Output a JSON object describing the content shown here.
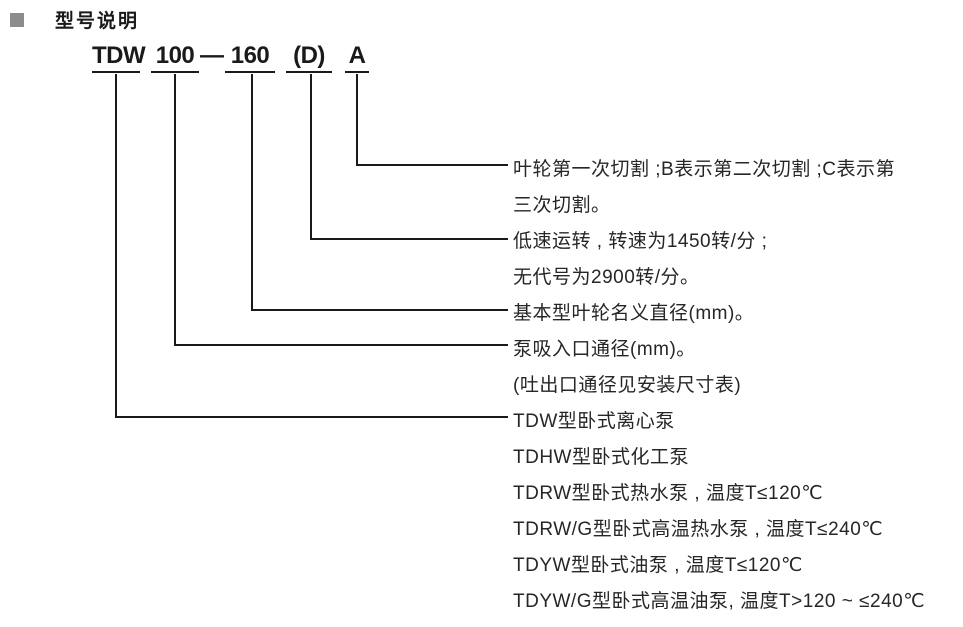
{
  "page": {
    "title": "型号说明"
  },
  "colors": {
    "bullet": "#8c8c8c",
    "line": "#1a1a1a",
    "text": "#262626"
  },
  "model_code": {
    "separator": "—",
    "segments": [
      {
        "id": "series",
        "text": "TDW"
      },
      {
        "id": "inlet",
        "text": "100"
      },
      {
        "id": "impeller",
        "text": "160"
      },
      {
        "id": "speed",
        "text": "(D)"
      },
      {
        "id": "cut",
        "text": "A"
      }
    ]
  },
  "annotations": [
    {
      "target": "A",
      "lines": [
        "叶轮第一次切割 ;B表示第二次切割 ;C表示第",
        "三次切割。"
      ]
    },
    {
      "target": "(D)",
      "lines": [
        "低速运转 , 转速为1450转/分 ;",
        "无代号为2900转/分。"
      ]
    },
    {
      "target": "160",
      "lines": [
        "基本型叶轮名义直径(mm)。"
      ]
    },
    {
      "target": "100",
      "lines": [
        "泵吸入口通径(mm)。",
        "(吐出口通径见安装尺寸表)"
      ]
    },
    {
      "target": "TDW",
      "lines": [
        "TDW型卧式离心泵",
        "TDHW型卧式化工泵",
        "TDRW型卧式热水泵 , 温度T≤120℃",
        "TDRW/G型卧式高温热水泵 , 温度T≤240℃",
        "TDYW型卧式油泵 , 温度T≤120℃",
        "TDYW/G型卧式高温油泵, 温度T>120 ~ ≤240℃"
      ]
    }
  ]
}
